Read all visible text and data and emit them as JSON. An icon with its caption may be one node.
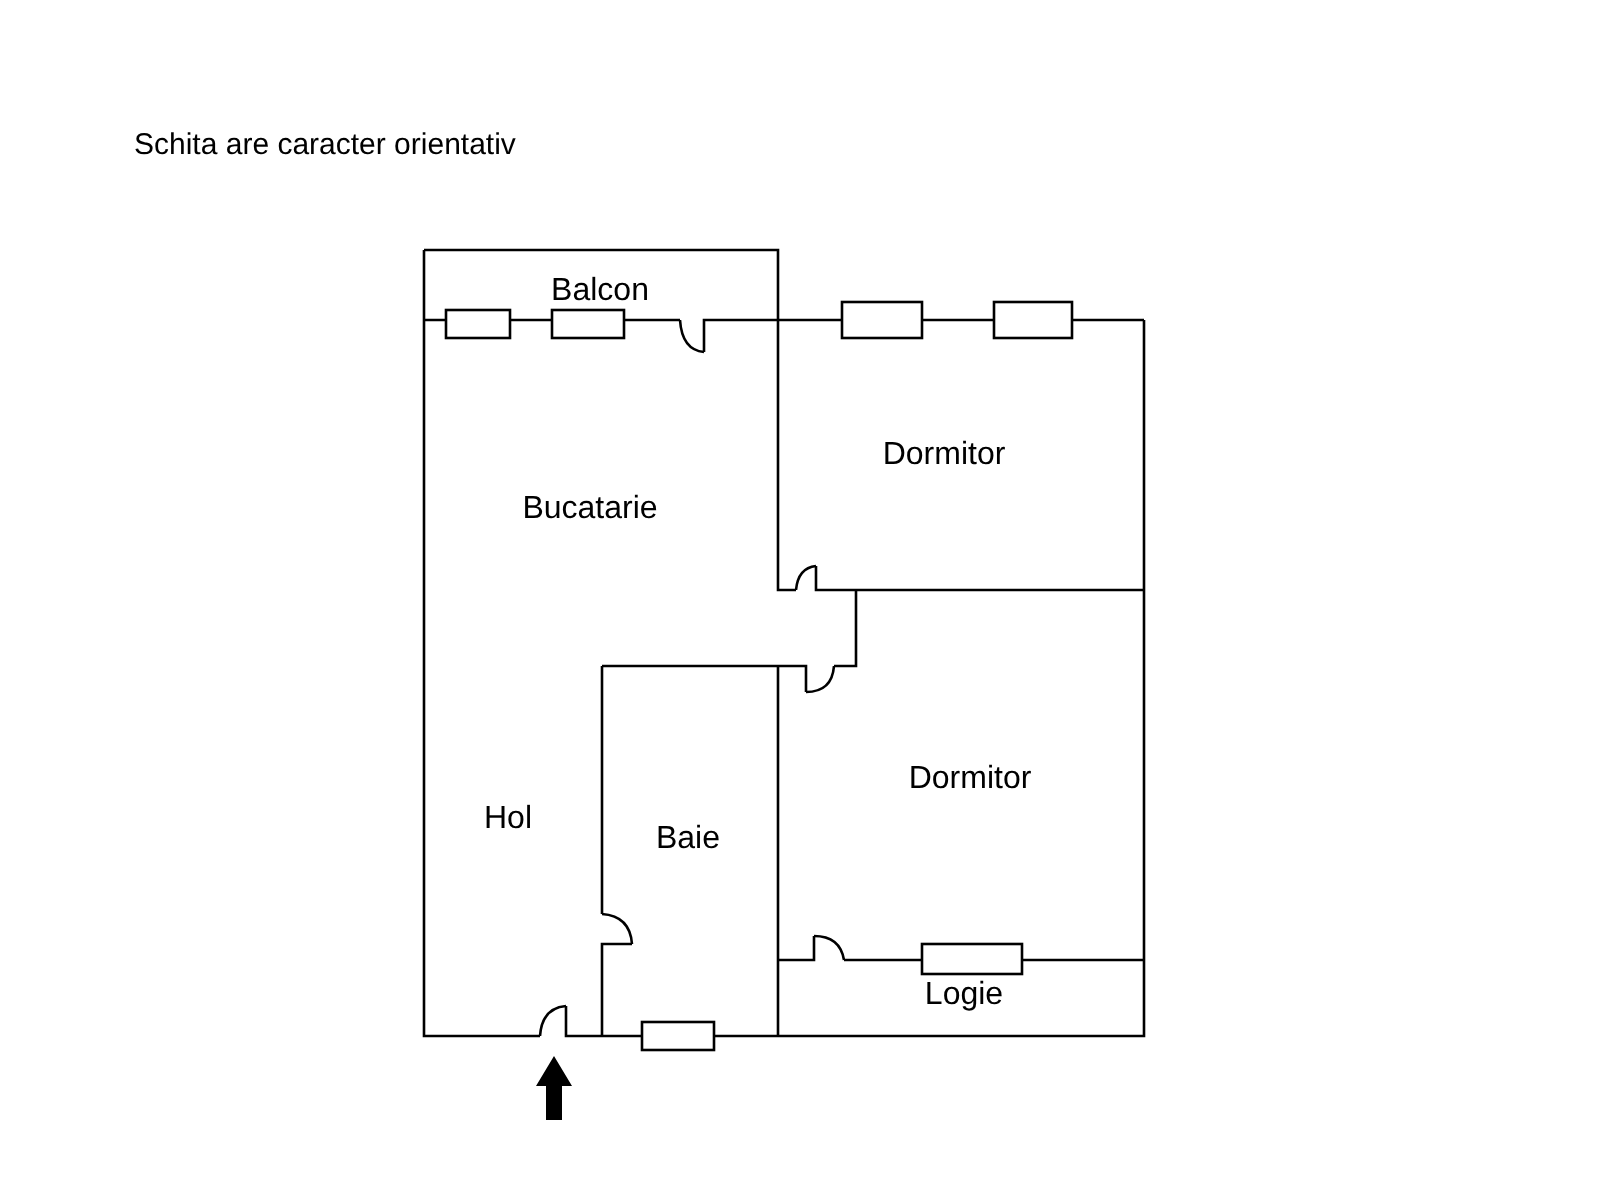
{
  "diagram": {
    "title": "Schita are caracter orientativ",
    "labels": [
      "Balcon",
      "Dormitor",
      "Bucatarie",
      "Dormitor",
      "Hol",
      "Baie",
      "Logie"
    ]
  }
}
